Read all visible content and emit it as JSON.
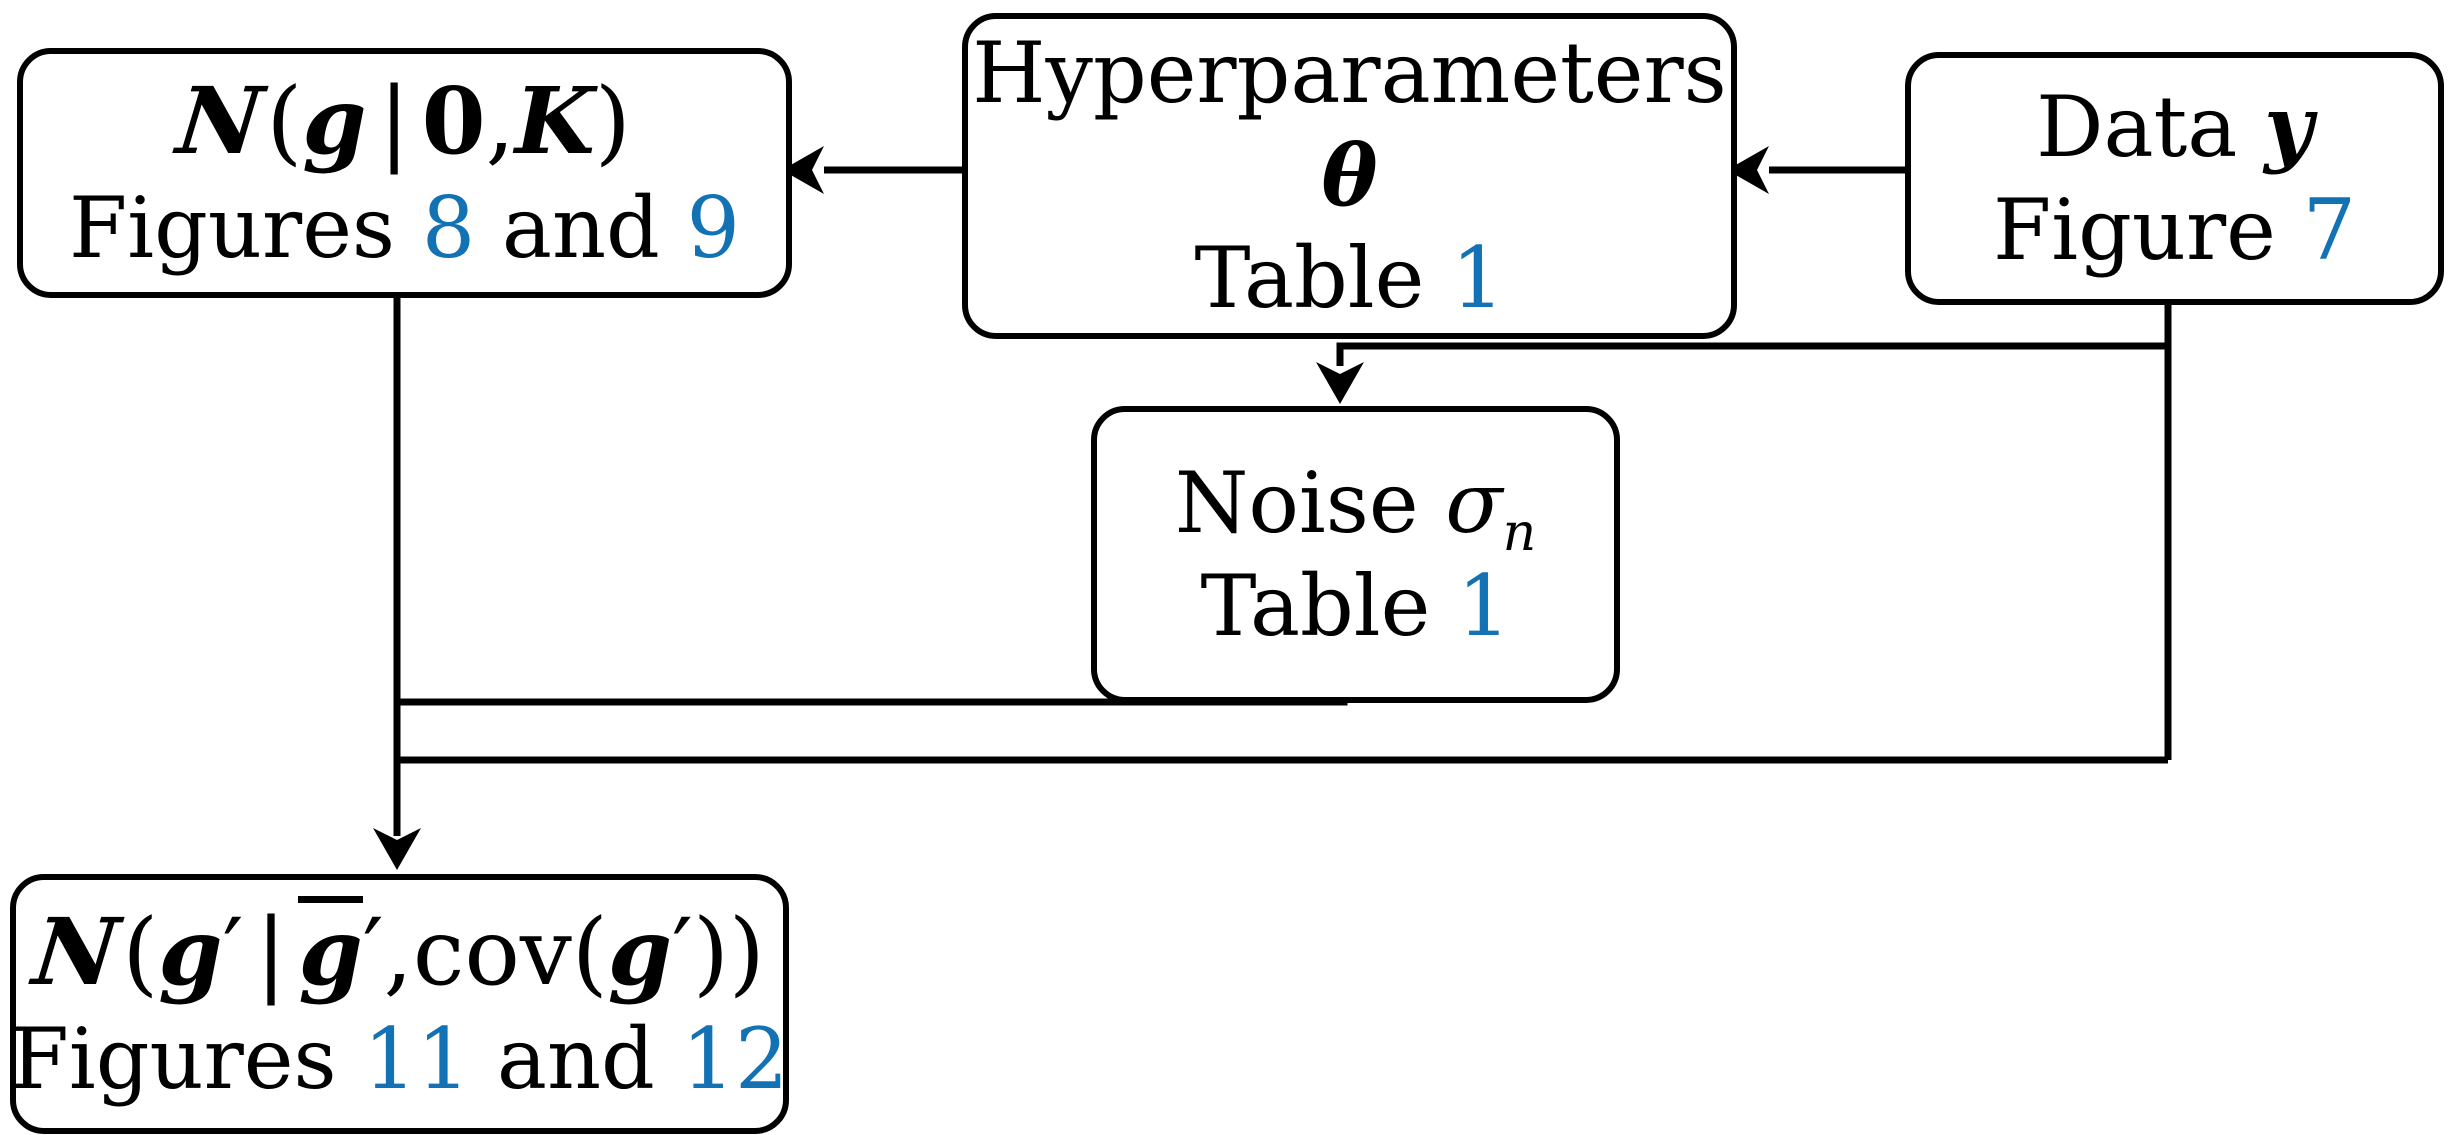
{
  "diagram": {
    "colors": {
      "link_blue": "#1272B4",
      "line_black": "#000000",
      "box_background": "#ffffff"
    },
    "boxes": {
      "prior": {
        "math": {
          "script_n": "N",
          "open_paren": "(",
          "g": "g",
          "given_bar": "|",
          "zero": "0",
          "comma": ",",
          "K": "K",
          "close_paren": ")"
        },
        "caption_prefix": "Figures ",
        "ref1": "8",
        "conjunction": " and ",
        "ref2": "9"
      },
      "hyperparameters": {
        "title": "Hyperparameters",
        "symbol": "θ",
        "caption_prefix": "Table ",
        "ref": "1"
      },
      "data": {
        "title_prefix": "Data ",
        "symbol": "y",
        "caption_prefix": "Figure ",
        "ref": "7"
      },
      "noise": {
        "title_prefix": "Noise ",
        "symbol": "σ",
        "subscript": "n",
        "caption_prefix": "Table ",
        "ref": "1"
      },
      "posterior": {
        "math": {
          "script_n": "N",
          "open_paren": "(",
          "g1": "g",
          "prime1": "′",
          "given_bar": "|",
          "g_bar": "g",
          "prime2": "′",
          "comma": ",",
          "cov": "cov",
          "open_paren2": "(",
          "g2": "g",
          "prime3": "′",
          "close_paren2": ")",
          "close_paren": ")"
        },
        "caption_prefix": "Figures ",
        "ref1": "11",
        "conjunction": " and ",
        "ref2": "12"
      }
    }
  }
}
